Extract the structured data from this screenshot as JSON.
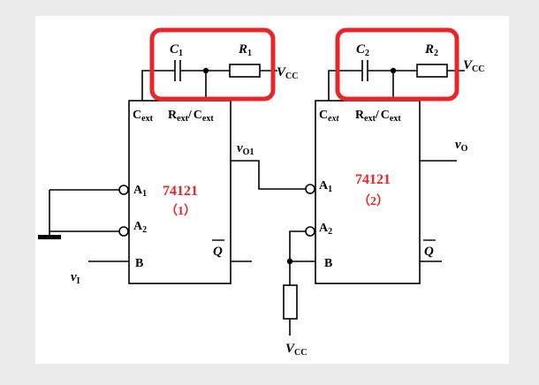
{
  "colors": {
    "page_bg": "#ebebeb",
    "panel_bg": "#ffffff",
    "ink": "#000000",
    "accent": "#e8262a"
  },
  "chip1": {
    "part": "74121",
    "index": "（1）",
    "cext_main": "C",
    "cext_sub": "ext",
    "rext_main": "R",
    "rext_sub": "ext",
    "slash": "/",
    "cext2_main": "C",
    "cext2_sub": "ext",
    "a1_main": "A",
    "a1_sub": "1",
    "a2_main": "A",
    "a2_sub": "2",
    "b": "B",
    "qbar": "Q"
  },
  "chip2": {
    "part": "74121",
    "index": "（2）",
    "cext_main": "C",
    "cext_sub": "ext",
    "rext_main": "R",
    "rext_sub": "ext",
    "slash": "/",
    "cext2_main": "C",
    "cext2_sub": "ext",
    "a1_main": "A",
    "a1_sub": "1",
    "a2_main": "A",
    "a2_sub": "2",
    "b": "B",
    "qbar": "Q"
  },
  "c1": {
    "main": "C",
    "sub": "1"
  },
  "r1": {
    "main": "R",
    "sub": "1"
  },
  "c2": {
    "main": "C",
    "sub": "2"
  },
  "r2": {
    "main": "R",
    "sub": "2"
  },
  "vcc1": {
    "main": "V",
    "sub": "CC"
  },
  "vcc2": {
    "main": "V",
    "sub": "CC"
  },
  "vcc3": {
    "main": "V",
    "sub": "CC"
  },
  "vo1": {
    "main": "v",
    "sub": "O1"
  },
  "vo": {
    "main": "v",
    "sub": "O"
  },
  "vi": {
    "main": "v",
    "sub": "I"
  }
}
